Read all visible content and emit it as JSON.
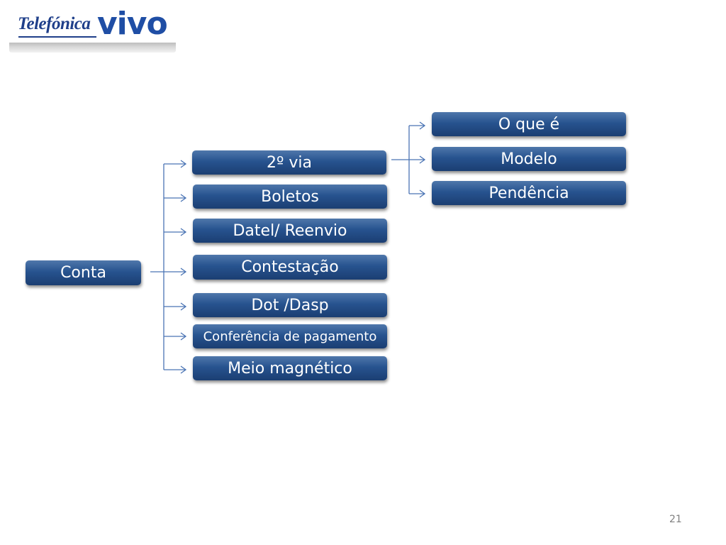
{
  "logo": {
    "telefonica": "Telefónica",
    "vivo": "vivo"
  },
  "root": {
    "label": "Conta"
  },
  "level1": [
    {
      "label": "2º via"
    },
    {
      "label": "Boletos"
    },
    {
      "label": "Datel/ Reenvio"
    },
    {
      "label": "Contestação"
    },
    {
      "label": "Dot /Dasp"
    },
    {
      "label": "Conferência de pagamento"
    },
    {
      "label": "Meio magnético"
    }
  ],
  "level2": [
    {
      "label": "O que é"
    },
    {
      "label": "Modelo"
    },
    {
      "label": "Pendência"
    }
  ],
  "colors": {
    "box_top": "#4f77ab",
    "box_bottom": "#1b3e72",
    "connector": "#4a74b4",
    "box_text": "#ffffff"
  },
  "page_number": "21"
}
